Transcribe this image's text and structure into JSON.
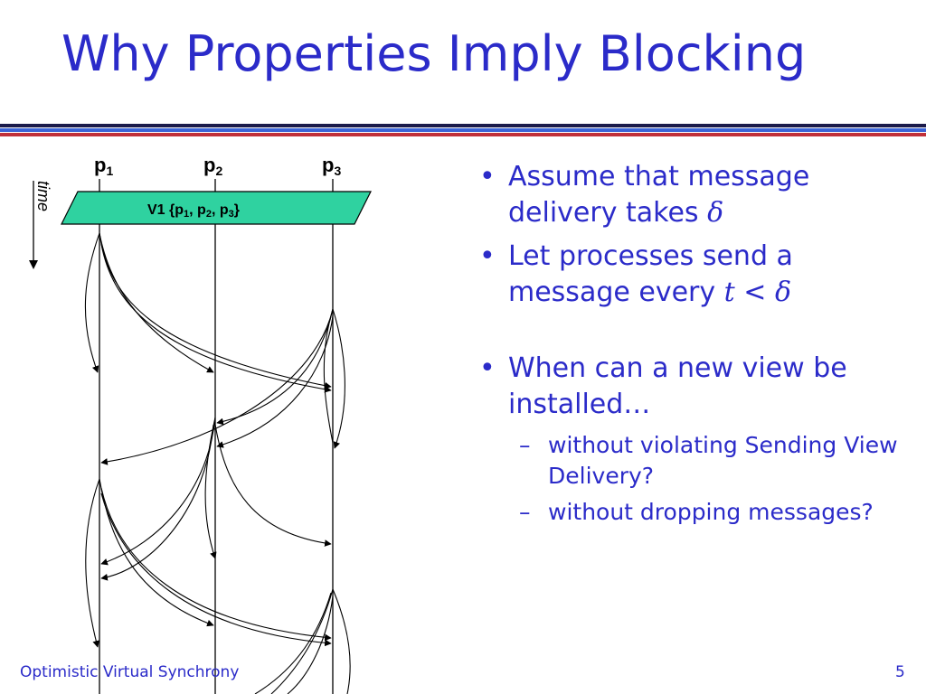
{
  "title": "Why Properties Imply Blocking",
  "processes": [
    {
      "name": "p",
      "sub": "1"
    },
    {
      "name": "p",
      "sub": "2"
    },
    {
      "name": "p",
      "sub": "3"
    }
  ],
  "time_label": "time",
  "view_box": {
    "prefix": "V1  {",
    "p1": "p",
    "s1": "1",
    "c1": ", ",
    "p2": "p",
    "s2": "2",
    "c2": ", ",
    "p3": "p",
    "s3": "3",
    "suffix": "}"
  },
  "colors": {
    "title": "#2b2bc9",
    "view_fill": "#2fd2a0",
    "rule_dark": "#1a1a4a",
    "rule_blue": "#3a63d6",
    "rule_red": "#c0303a"
  },
  "bullets": [
    {
      "text": "Assume that message delivery takes",
      "symbol": "δ"
    },
    {
      "text": "Let processes send a message every",
      "symbol_t": "t",
      "lt": "<",
      "symbol": "δ"
    },
    {
      "text": "When can a new view be installed…"
    }
  ],
  "subbullets": [
    "without violating Sending View Delivery?",
    "without dropping messages?"
  ],
  "bullet_char": "•",
  "dash_char": "–",
  "footer": {
    "left": "Optimistic Virtual Synchrony",
    "page": "5"
  }
}
